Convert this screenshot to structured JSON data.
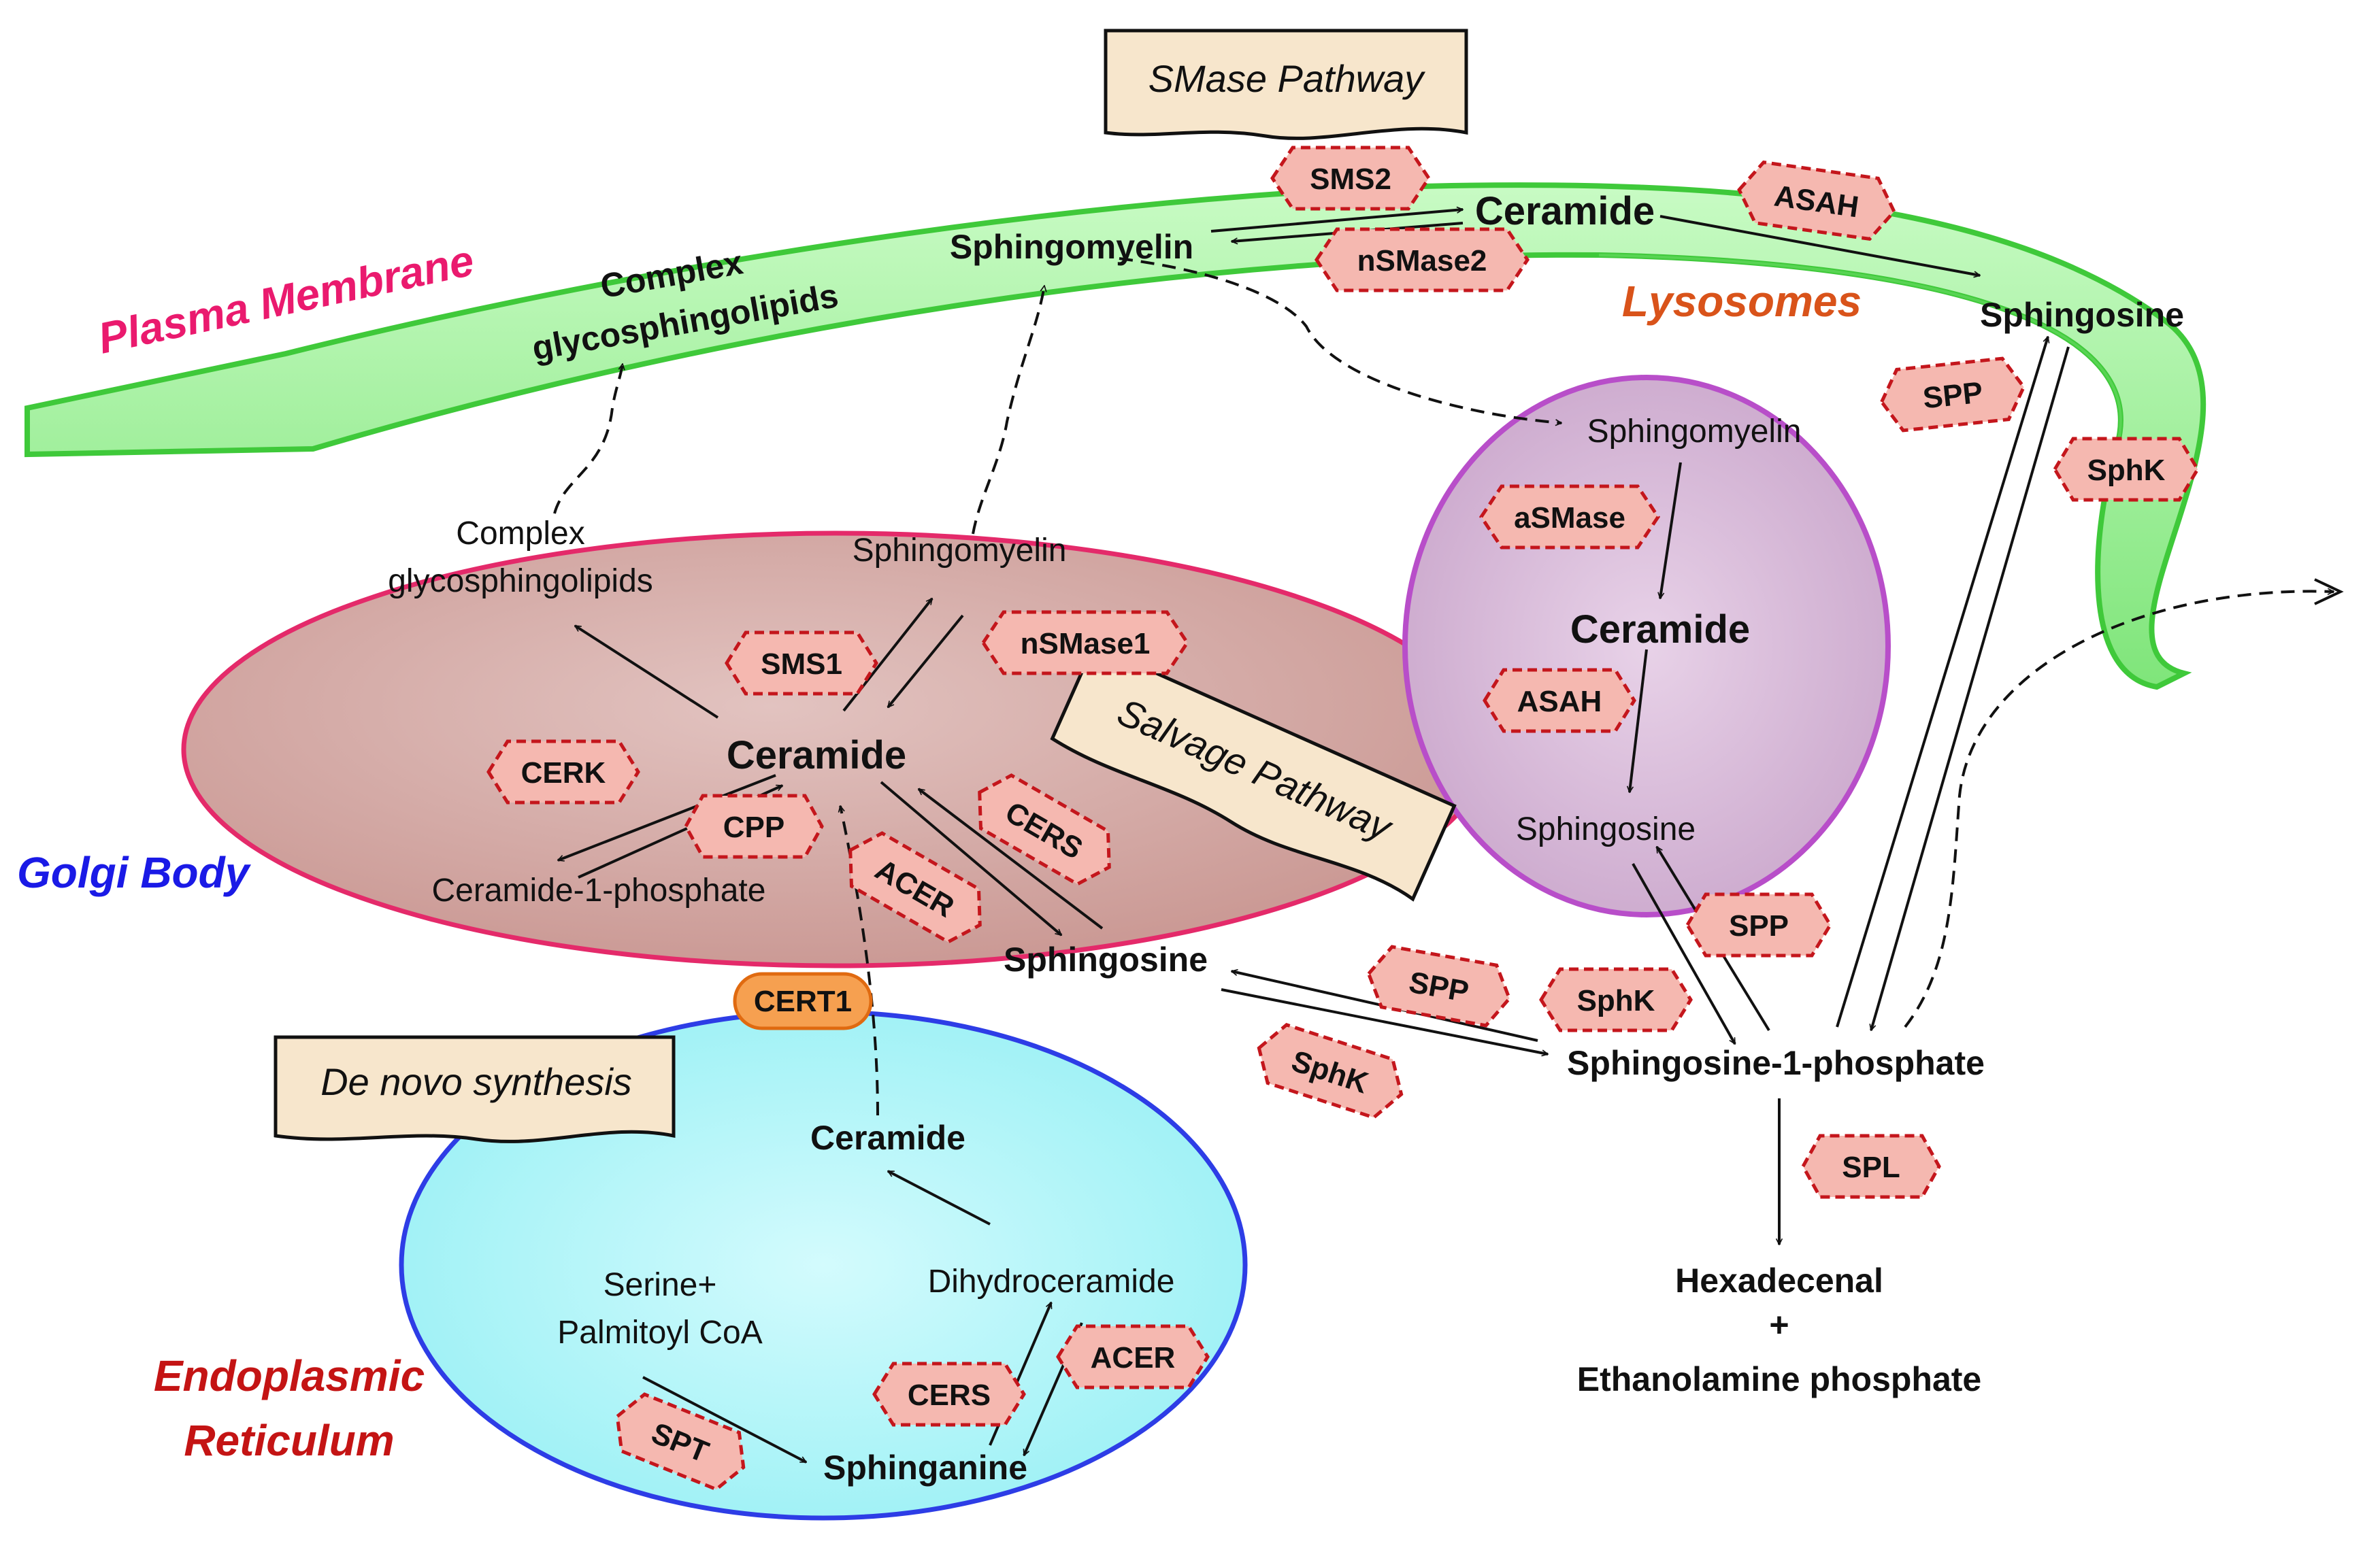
{
  "compartments": {
    "plasma_membrane": "Plasma Membrane",
    "golgi": "Golgi Body",
    "er_line1": "Endoplasmic",
    "er_line2": "Reticulum",
    "lysosomes": "Lysosomes"
  },
  "pathways": {
    "smase": "SMase Pathway",
    "salvage": "Salvage Pathway",
    "denovo": "De novo synthesis"
  },
  "metabolites": {
    "pm_sphingomyelin": "Sphingomyelin",
    "pm_ceramide": "Ceramide",
    "pm_complex_1": "Complex",
    "pm_complex_2": "glycosphingolipids",
    "golgi_complex_1": "Complex",
    "golgi_complex_2": "glycosphingolipids",
    "golgi_sphingomyelin": "Sphingomyelin",
    "golgi_ceramide": "Ceramide",
    "golgi_c1p": "Ceramide-1-phosphate",
    "cyto_sphingosine": "Sphingosine",
    "er_ceramide": "Ceramide",
    "er_serine_1": "Serine+",
    "er_serine_2": "Palmitoyl CoA",
    "er_dihydroceramide": "Dihydroceramide",
    "er_sphinganine": "Sphinganine",
    "lys_sphingomyelin": "Sphingomyelin",
    "lys_ceramide": "Ceramide",
    "lys_sphingosine": "Sphingosine",
    "right_sphingosine": "Sphingosine",
    "s1p": "Sphingosine-1-phosphate",
    "hexadecenal": "Hexadecenal",
    "plus": "+",
    "ethanolamine": "Ethanolamine phosphate"
  },
  "enzymes": {
    "sms2": "SMS2",
    "nsmase2": "nSMase2",
    "asah_pm": "ASAH",
    "spp_right": "SPP",
    "sphk_right": "SphK",
    "asmase": "aSMase",
    "asah_lys": "ASAH",
    "sms1": "SMS1",
    "nsmase1": "nSMase1",
    "cerk": "CERK",
    "cpp": "CPP",
    "cers_golgi": "CERS",
    "acer_golgi": "ACER",
    "spp_lys": "SPP",
    "spp_mid": "SPP",
    "sphk_mid": "SphK",
    "sphk_low": "SphK",
    "spl": "SPL",
    "cers_er": "CERS",
    "acer_er": "ACER",
    "spt": "SPT",
    "cert1": "CERT1"
  },
  "colors": {
    "plasma_membrane": "#ea1a6e",
    "golgi": "#1a1ae6",
    "er": "#c41414",
    "lysosomes": "#d9531a",
    "membrane_fill": "#9ff59a",
    "golgi_fill": "#d4aaa6",
    "er_fill": "#9ff4f7",
    "lysosome_fill": "#d4b0d4",
    "enzyme_fill": "#f5b8b0",
    "enzyme_border": "#c4161c",
    "cert_fill": "#f6a050"
  }
}
